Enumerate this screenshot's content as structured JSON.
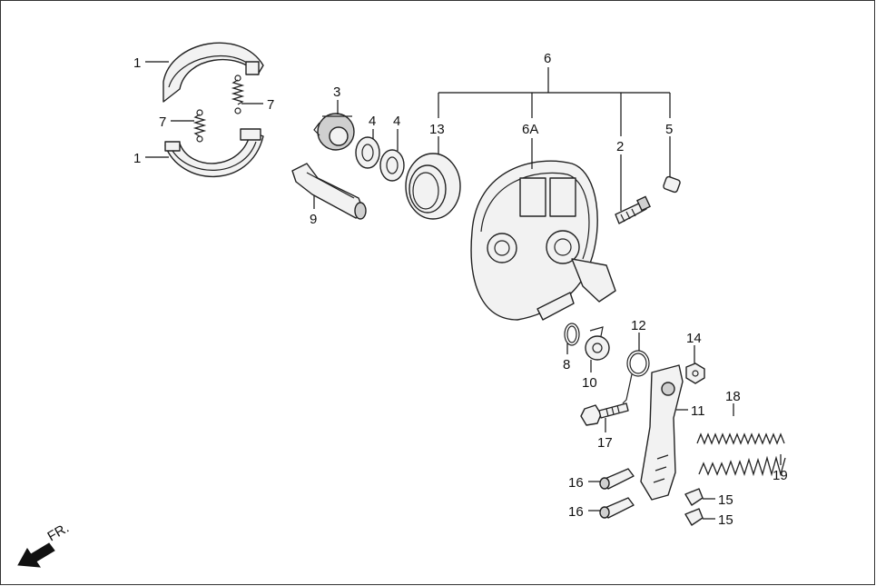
{
  "diagram": {
    "callouts": {
      "c1_top": "1",
      "c1_bottom": "1",
      "c7_right": "7",
      "c7_left": "7",
      "c3": "3",
      "c4_a": "4",
      "c4_b": "4",
      "c9": "9",
      "c13": "13",
      "c6": "6",
      "c6a": "6A",
      "c2": "2",
      "c5": "5",
      "c8": "8",
      "c10": "10",
      "c12": "12",
      "c14": "14",
      "c11": "11",
      "c18": "18",
      "c17": "17",
      "c19": "19",
      "c16_a": "16",
      "c16_b": "16",
      "c15_a": "15",
      "c15_b": "15"
    },
    "front_indicator": "FR."
  }
}
